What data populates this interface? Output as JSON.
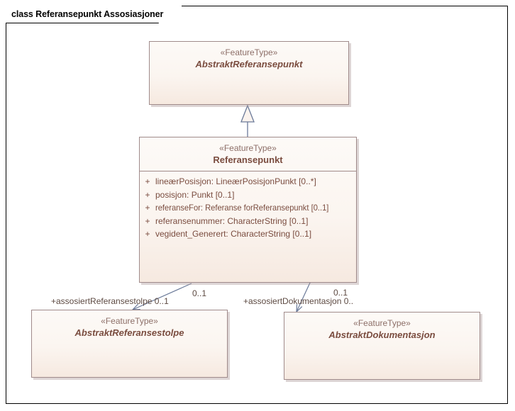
{
  "diagram": {
    "title": "class Referansepunkt Assosiasjoner",
    "type": "uml-class-diagram",
    "colors": {
      "class_border": "#a08b8b",
      "class_fill_top": "#fdfaf7",
      "class_fill_bottom": "#f6e9e0",
      "class_text": "#7a4c3f",
      "stereotype_text": "#8d6f68",
      "connector_line": "#6b7a99",
      "frame_border": "#000000",
      "label_text": "#5d4a42"
    }
  },
  "classes": {
    "abstrakt_referansepunkt": {
      "stereotype": "«FeatureType»",
      "name": "AbstraktReferansepunkt",
      "abstract": true
    },
    "referansepunkt": {
      "stereotype": "«FeatureType»",
      "name": "Referansepunkt",
      "abstract": false,
      "attributes": [
        {
          "visibility": "+",
          "text": "lineærPosisjon: LineærPosisjonPunkt [0..*]"
        },
        {
          "visibility": "+",
          "text": "posisjon: Punkt [0..1]"
        },
        {
          "visibility": "+",
          "text": "referanseFor: Referanse forReferansepunkt [0..1]"
        },
        {
          "visibility": "+",
          "text": "referansenummer: CharacterString [0..1]"
        },
        {
          "visibility": "+",
          "text": "vegident_Generert: CharacterString [0..1]"
        }
      ]
    },
    "abstrakt_referansestolpe": {
      "stereotype": "«FeatureType»",
      "name": "AbstraktReferansestolpe",
      "abstract": true
    },
    "abstrakt_dokumentasjon": {
      "stereotype": "«FeatureType»",
      "name": "AbstraktDokumentasjon",
      "abstract": true
    }
  },
  "connectors": {
    "generalization": {
      "kind": "generalization",
      "from": "Referansepunkt",
      "to": "AbstraktReferansepunkt"
    },
    "assoc_referansestolpe": {
      "kind": "association",
      "role_label": "+assosiertReferansestolpe 0..1",
      "source_multiplicity": "0..1"
    },
    "assoc_dokumentasjon": {
      "kind": "association",
      "role_label": "+assosiertDokumentasjon 0..",
      "source_multiplicity": "0..1"
    }
  }
}
